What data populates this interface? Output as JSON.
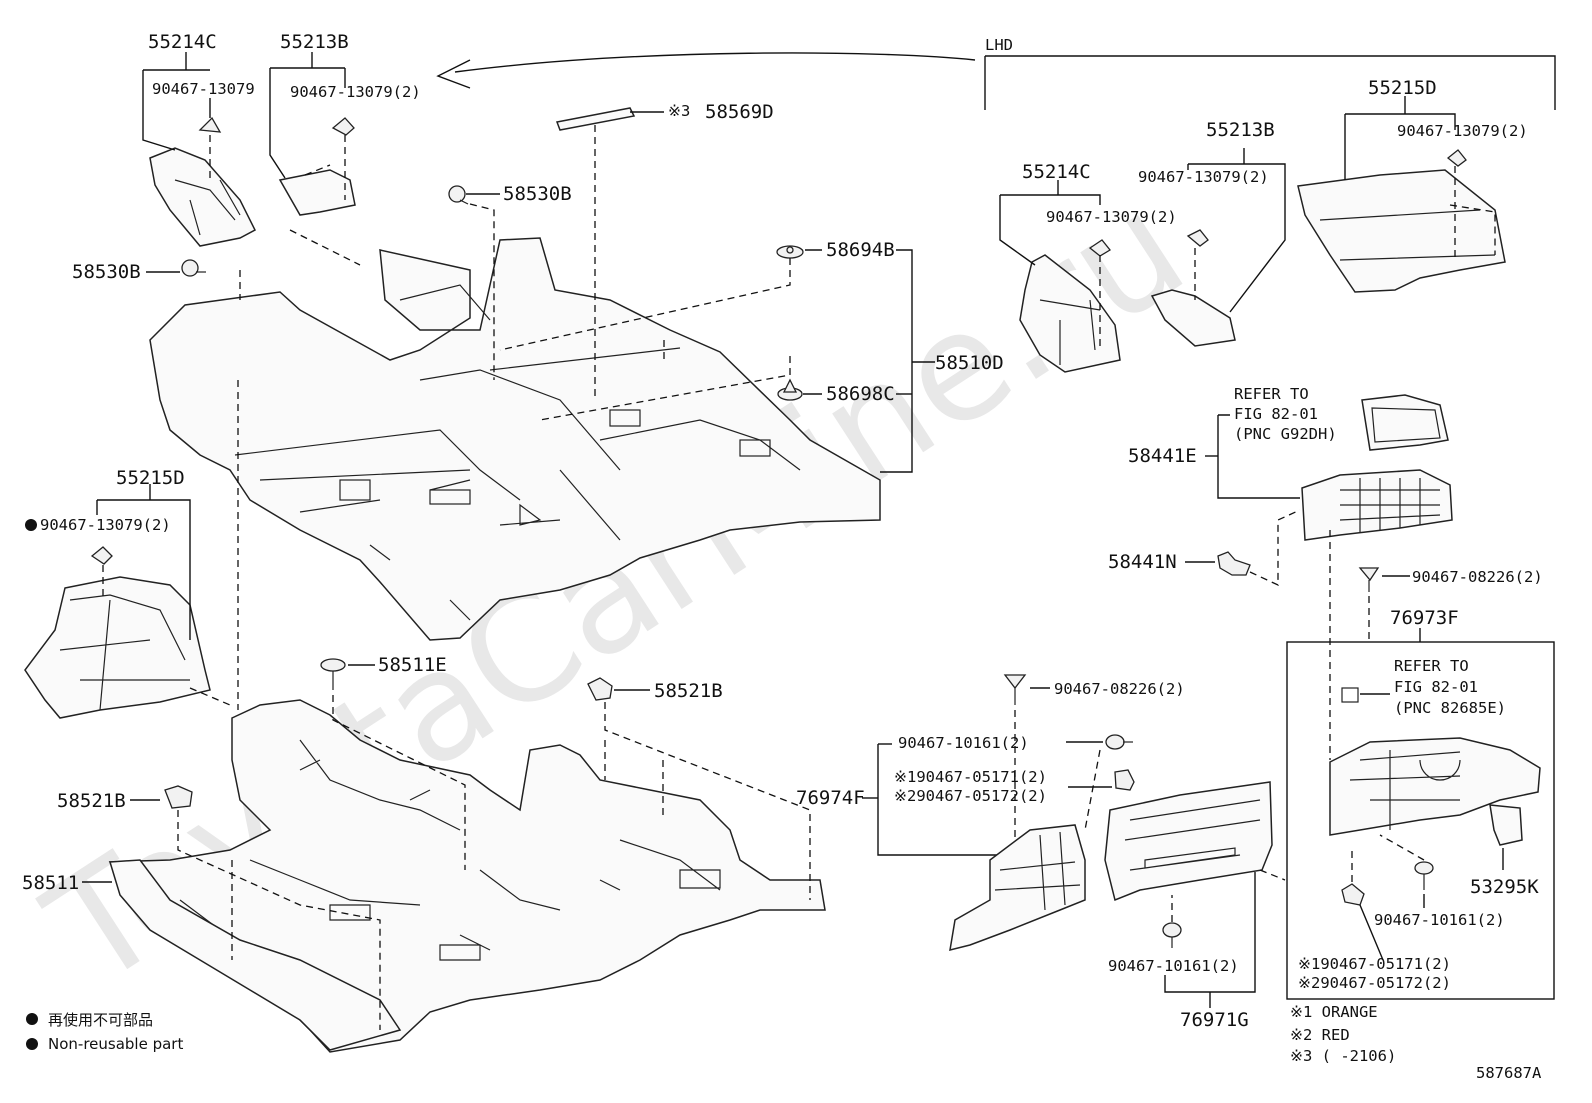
{
  "watermark": "ToyotaCarMine.ru",
  "lhd_label": "LHD",
  "diagram_id": "587687A",
  "labels": {
    "p55214C_l": "55214C",
    "p55213B_l": "55213B",
    "b1": "90467-13079",
    "b2": "90467-13079(2)",
    "p58569D": "58569D",
    "p58569D_mark": "※3",
    "p58530B_a": "58530B",
    "p58530B_b": "58530B",
    "p58694B": "58694B",
    "p58510D": "58510D",
    "p58698C": "58698C",
    "p55215D_l": "55215D",
    "b3": "90467-13079(2)",
    "p58511E": "58511E",
    "p58521B_a": "58521B",
    "p58521B_b": "58521B",
    "p58511": "58511",
    "p55214C_r": "55214C",
    "b4": "90467-13079(2)",
    "p55213B_r": "55213B",
    "b5": "90467-13079(2)",
    "p55215D_r": "55215D",
    "b6": "90467-13079(2)",
    "refer1_a": "REFER TO",
    "refer1_b": "FIG 82-01",
    "refer1_c": "(PNC G92DH)",
    "p58441E": "58441E",
    "p58441N": "58441N",
    "b7": "90467-08226(2)",
    "p76973F": "76973F",
    "refer2_a": "REFER TO",
    "refer2_b": "FIG 82-01",
    "refer2_c": "(PNC 82685E)",
    "b8": "90467-08226(2)",
    "b9": "90467-10161(2)",
    "p76974F": "76974F",
    "b10": "※190467-05171(2)",
    "b11": "※290467-05172(2)",
    "b12": "90467-10161(2)",
    "p76971G": "76971G",
    "p53295K": "53295K",
    "b13": "90467-10161(2)",
    "b14": "※190467-05171(2)",
    "b15": "※290467-05172(2)"
  },
  "legend": {
    "non_reusable_jp": "再使用不可部品",
    "non_reusable_en": "Non-reusable part"
  },
  "notes": {
    "n1": "※1 ORANGE",
    "n2": "※2 RED",
    "n3": "※3 (      -2106)"
  }
}
